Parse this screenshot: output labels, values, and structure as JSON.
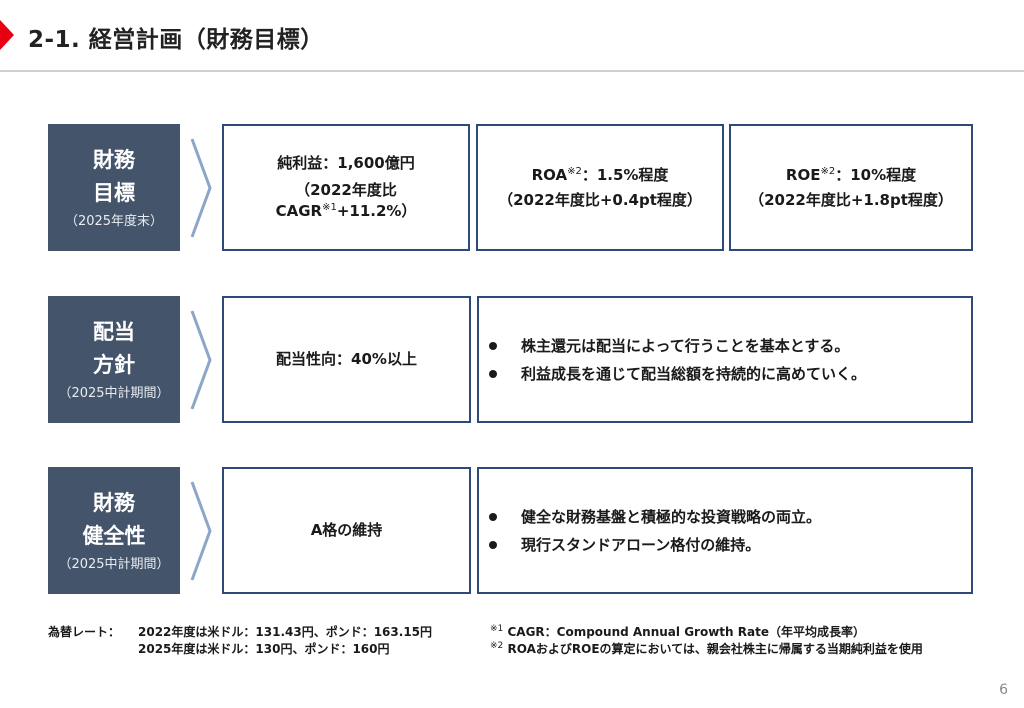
{
  "header": {
    "title": "2-1. 経営計画（財務目標）"
  },
  "rows": [
    {
      "label_main_1": "財務",
      "label_main_2": "目標",
      "label_sub": "（2025年度末）",
      "boxes": [
        {
          "line1": "純利益：1,600億円",
          "line2": "（2022年度比",
          "line3_a": "CAGR",
          "line3_sup": "※1",
          "line3_b": "+11.2%）"
        },
        {
          "line1_a": "ROA",
          "line1_sup": "※2",
          "line1_b": "：1.5%程度",
          "line2": "（2022年度比+0.4pt程度）"
        },
        {
          "line1_a": "ROE",
          "line1_sup": "※2",
          "line1_b": "：10%程度",
          "line2": "（2022年度比+1.8pt程度）"
        }
      ]
    },
    {
      "label_main_1": "配当",
      "label_main_2": "方針",
      "label_sub": "（2025中計期間）",
      "box": "配当性向：40%以上",
      "bullets": [
        "株主還元は配当によって行うことを基本とする。",
        "利益成長を通じて配当総額を持続的に高めていく。"
      ]
    },
    {
      "label_main_1": "財務",
      "label_main_2": "健全性",
      "label_sub": "（2025中計期間）",
      "box": "A格の維持",
      "bullets": [
        "健全な財務基盤と積極的な投資戦略の両立。",
        "現行スタンドアローン格付の維持。"
      ]
    }
  ],
  "footer": {
    "fx_label": "為替レート：",
    "fx_line1": "2022年度は米ドル：131.43円、ポンド：163.15円",
    "fx_line2": "2025年度は米ドル：130円、ポンド：160円",
    "note1_sup": "※1",
    "note1": "CAGR：Compound Annual Growth Rate（年平均成長率）",
    "note2_sup": "※2",
    "note2": "ROAおよびROEの算定においては、親会社株主に帰属する当期純利益を使用"
  },
  "page_number": "6",
  "colors": {
    "label_bg": "#44546a",
    "box_border": "#2f4a7a",
    "accent": "#e60012"
  }
}
